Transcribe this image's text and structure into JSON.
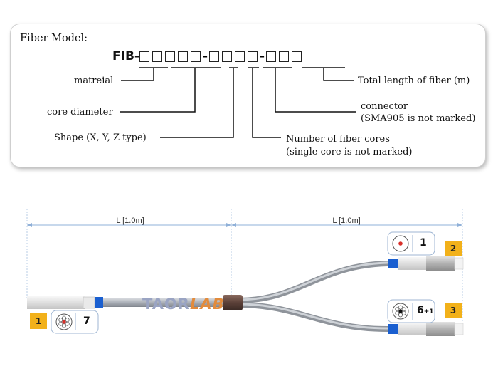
{
  "model_card": {
    "title": "Fiber Model:",
    "prefix": "FIB-",
    "separator": "-",
    "groups": [
      5,
      4,
      3
    ],
    "labels": {
      "material": "matreial",
      "core_diameter": "core diameter",
      "shape": "Shape (X, Y, Z type)",
      "total_length": "Total length of fiber (m)",
      "connector_1": "connector",
      "connector_2": "(SMA905 is not marked)",
      "cores_1": "Number of fiber cores",
      "cores_2": "(single core is not marked)"
    }
  },
  "diagram": {
    "left_length": "L [1.0m]",
    "right_length": "L [1.0m]",
    "ports": [
      {
        "badge": "1",
        "count": "7",
        "count_sub": ""
      },
      {
        "badge": "2",
        "count": "1",
        "count_sub": ""
      },
      {
        "badge": "3",
        "count": "6",
        "count_sub": "+1"
      }
    ],
    "watermark_main": "TAOR",
    "watermark_accent": "LAB",
    "colors": {
      "badge": "#f2b11a",
      "ferrule_blue": "#1a5fd0",
      "fiber_red": "#d9302a",
      "cable_gray": "#a9aeb6",
      "dimension_line": "#8fb0d8"
    }
  }
}
